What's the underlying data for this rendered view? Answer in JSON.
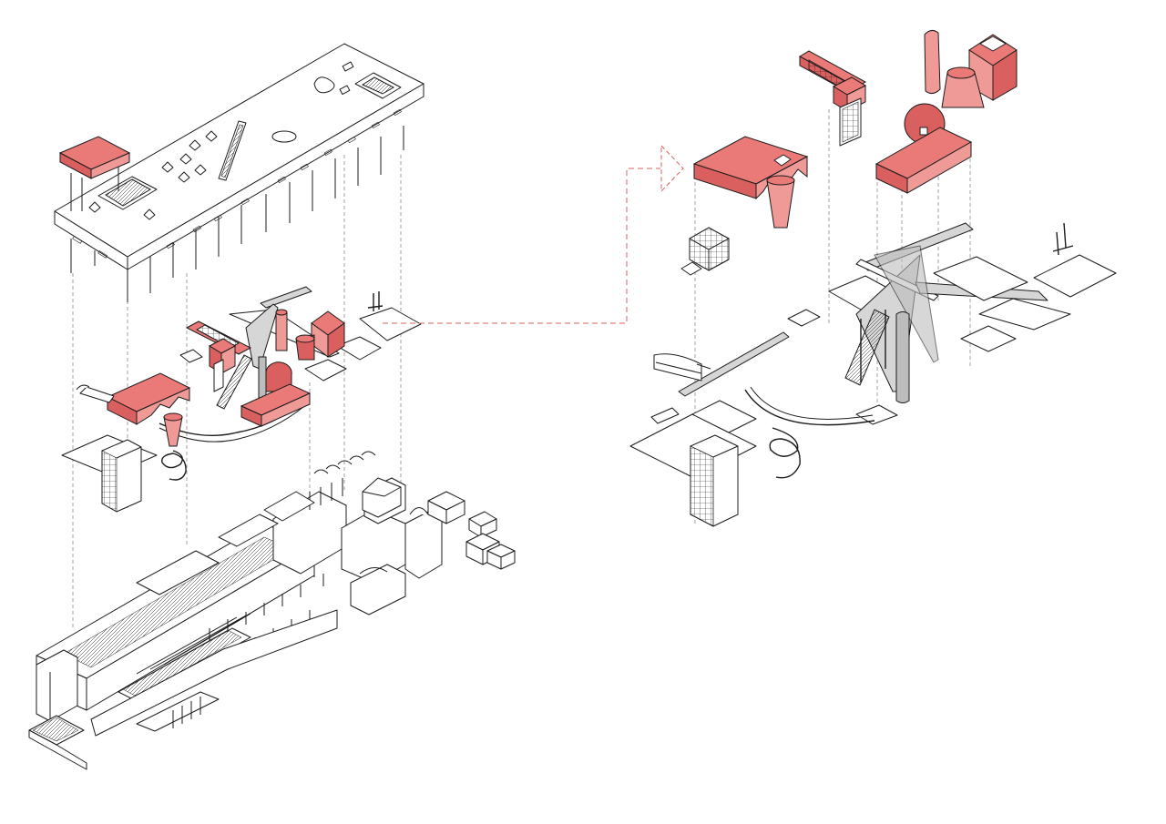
{
  "colors": {
    "accent": "#ea7a78",
    "accent_dark": "#d9605e",
    "accent_light": "#f09a98",
    "line": "#1c1c1c",
    "guide": "#8a8a8a",
    "connector": "#d9605e",
    "background": "#ffffff"
  },
  "drawing": {
    "type": "exploded axonometric",
    "panels": [
      "left-stack",
      "right-exploded-detail"
    ],
    "left_stack_layers": [
      "roof-slab-with-columns",
      "red-insertions-and-ramps",
      "existing-buildings"
    ],
    "right_detail_components": [
      "red-pavilions",
      "red-towers",
      "red-cone",
      "walkway-plates",
      "stairs",
      "lattice-cube",
      "stair-tower",
      "spiral-ramp",
      "curved-path",
      "column"
    ]
  }
}
